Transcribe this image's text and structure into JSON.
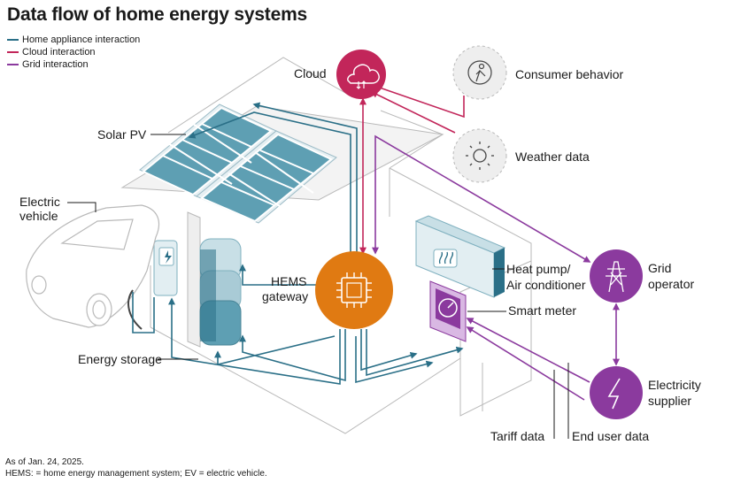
{
  "title": "Data flow of home energy systems",
  "legend": [
    {
      "label": "Home appliance interaction",
      "color": "#2a6f87"
    },
    {
      "label": "Cloud interaction",
      "color": "#c2265a"
    },
    {
      "label": "Grid interaction",
      "color": "#8b3a9e"
    }
  ],
  "labels": {
    "cloud": "Cloud",
    "consumer_behavior": "Consumer behavior",
    "weather_data": "Weather data",
    "solar_pv": "Solar PV",
    "electric_vehicle_1": "Electric",
    "electric_vehicle_2": "vehicle",
    "hems_1": "HEMS",
    "hems_2": "gateway",
    "heat_pump_1": "Heat pump/",
    "heat_pump_2": "Air conditioner",
    "smart_meter": "Smart meter",
    "grid_operator_1": "Grid",
    "grid_operator_2": "operator",
    "electricity_supplier_1": "Electricity",
    "electricity_supplier_2": "supplier",
    "energy_storage": "Energy storage",
    "tariff_data": "Tariff data",
    "end_user_data": "End user data"
  },
  "footer": {
    "date": "As of Jan. 24, 2025.",
    "note": "HEMS: = home energy management system; EV = electric vehicle."
  },
  "colors": {
    "home": "#2a6f87",
    "cloud": "#c2265a",
    "grid": "#8b3a9e",
    "hems_fill": "#e07a12",
    "node_purple": "#8b3a9e",
    "panel": "#5e9fb3",
    "house_line": "#b9b9b9"
  }
}
